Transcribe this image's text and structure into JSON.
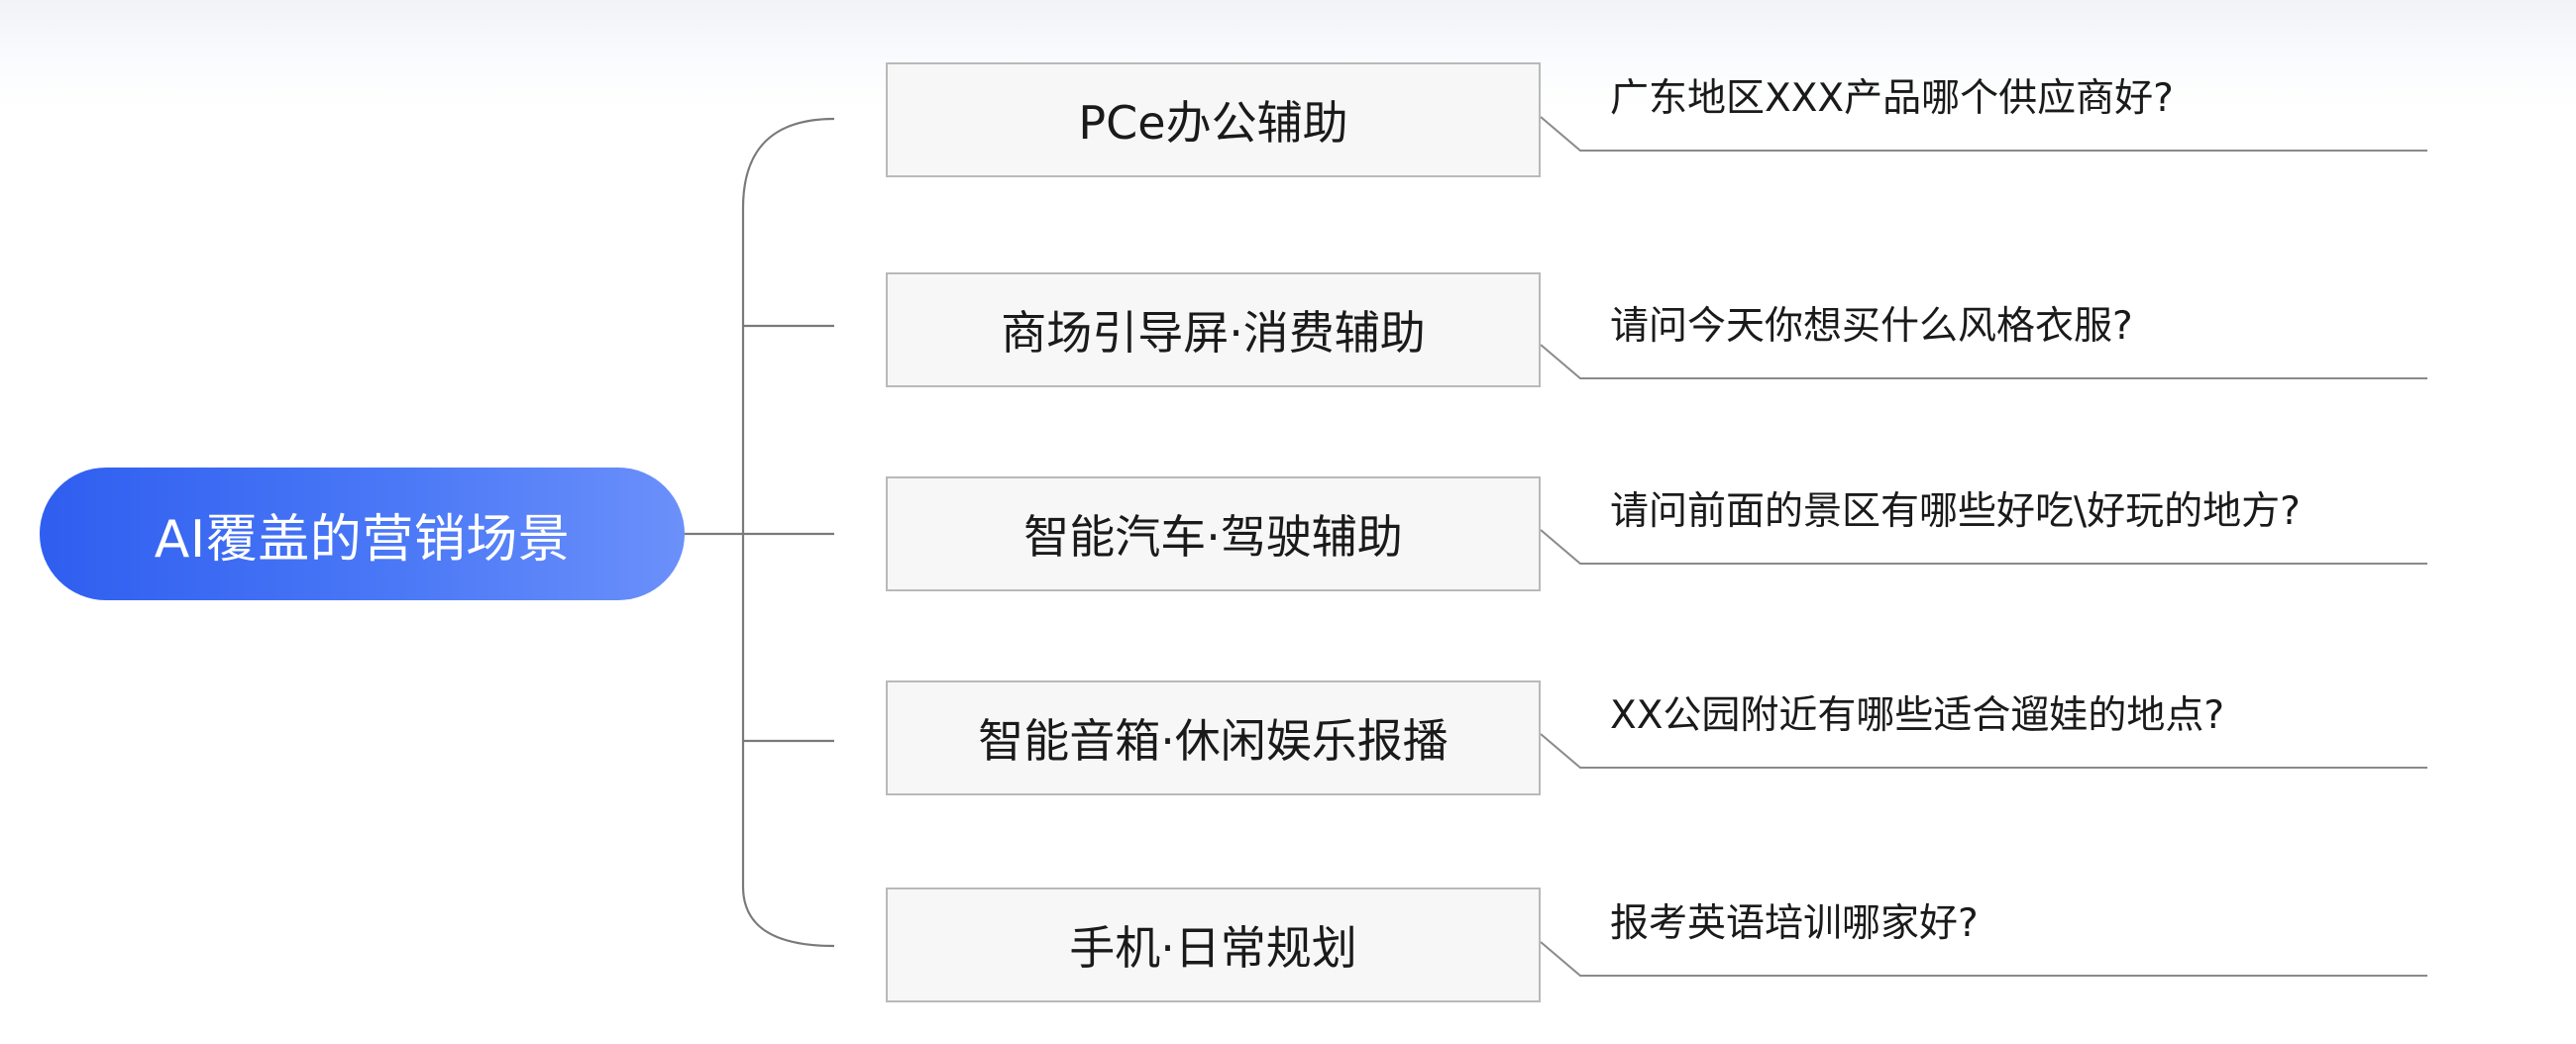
{
  "root": {
    "label": "AI覆盖的营销场景"
  },
  "branches": [
    {
      "label": "PCe办公辅助",
      "question": "广东地区XXX产品哪个供应商好?"
    },
    {
      "label": "商场引导屏·消费辅助",
      "question": "请问今天你想买什么风格衣服?"
    },
    {
      "label": "智能汽车·驾驶辅助",
      "question": "请问前面的景区有哪些好吃\\好玩的地方?"
    },
    {
      "label": "智能音箱·休闲娱乐报播",
      "question": "XX公园附近有哪些适合遛娃的地点?"
    },
    {
      "label": "手机·日常规划",
      "question": "报考英语培训哪家好?"
    }
  ],
  "colors": {
    "root_gradient_start": "#2f5ef0",
    "root_gradient_end": "#6b90fa",
    "box_border": "#b9b9b9",
    "box_fill": "#f7f7f7",
    "line": "#7a7a7a"
  }
}
